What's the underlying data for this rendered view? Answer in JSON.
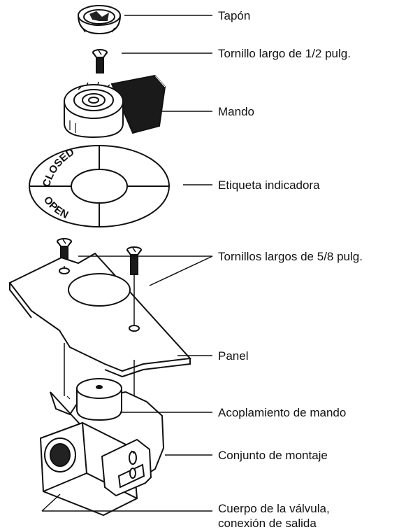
{
  "diagram": {
    "labels": {
      "cap": "Tapón",
      "long_screw": "Tornillo largo de 1/2 pulg.",
      "handle": "Mando",
      "indicator_label": "Etiqueta indicadora",
      "long_screws_pair": "Tornillos largos de 5/8 pulg.",
      "panel": "Panel",
      "handle_coupling": "Acoplamiento de mando",
      "mounting_assembly": "Conjunto de montaje",
      "valve_body_line1": "Cuerpo de la válvula,",
      "valve_body_line2": "conexión de salida"
    },
    "dial_text": {
      "closed": "CLOSED",
      "open": "OPEN"
    },
    "colors": {
      "line": "#111111",
      "fill": "#ffffff",
      "dark": "#1a1a1a"
    }
  }
}
